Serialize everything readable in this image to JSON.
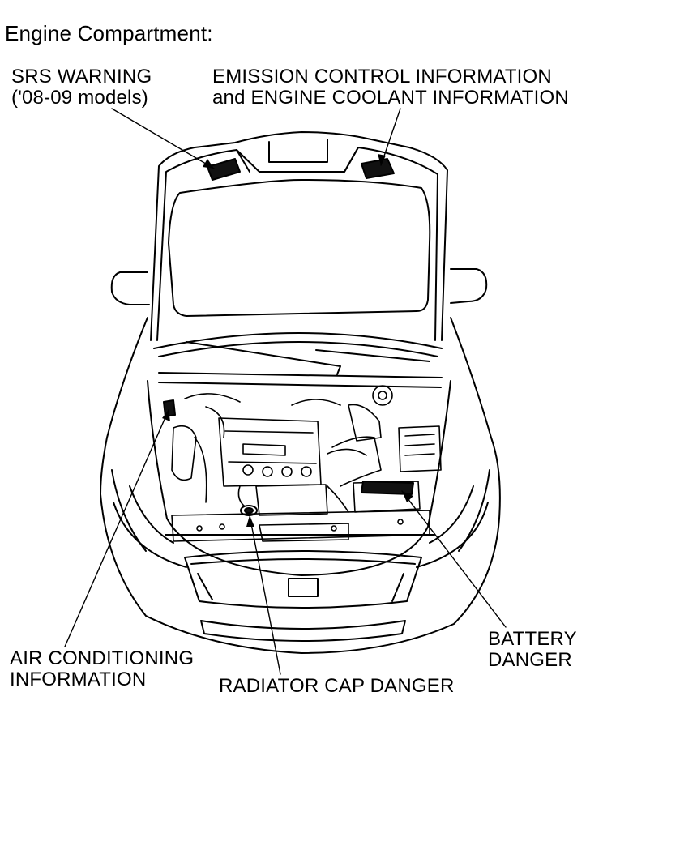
{
  "title": "Engine Compartment:",
  "labels": {
    "srs_warning": {
      "line1": "SRS WARNING",
      "line2": "('08-09 models)"
    },
    "emission_control": {
      "line1": "EMISSION CONTROL INFORMATION",
      "line2": "and ENGINE COOLANT INFORMATION"
    },
    "air_conditioning": {
      "line1": "AIR CONDITIONING",
      "line2": "INFORMATION"
    },
    "radiator_cap": {
      "line1": "RADIATOR CAP DANGER"
    },
    "battery": {
      "line1": "BATTERY",
      "line2": "DANGER"
    }
  }
}
